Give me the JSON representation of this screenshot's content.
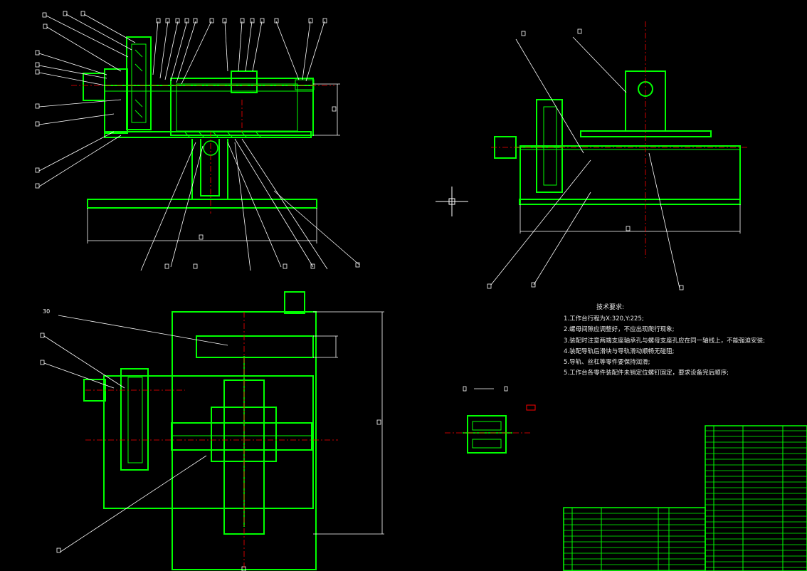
{
  "drawing": {
    "colors": {
      "outline": "#00ff00",
      "callout": "#ffffff",
      "centerline": "#ff0000",
      "text": "#e8e8e8",
      "background": "#000000"
    },
    "views": [
      "front-view",
      "side-view",
      "top-view",
      "detail-view"
    ]
  },
  "requirements": {
    "title": "技术要求:",
    "lines": [
      "1.工作台行程为X:320,Y:225;",
      "2.螺母间隙应调整好，不应出现爬行现象;",
      "3.装配时注意两端支座轴承孔与螺母支座孔应在同一轴线上，不能强迫安装;",
      "4.装配导轨后滑块与导轨滑动顺畅无碰阻;",
      "5.导轨、丝杠等零件要保持润滑;",
      "5.工作台各零件装配件未销定位螺钉固定，要求设备完后顺序;"
    ]
  },
  "callouts": {
    "label": "30"
  }
}
